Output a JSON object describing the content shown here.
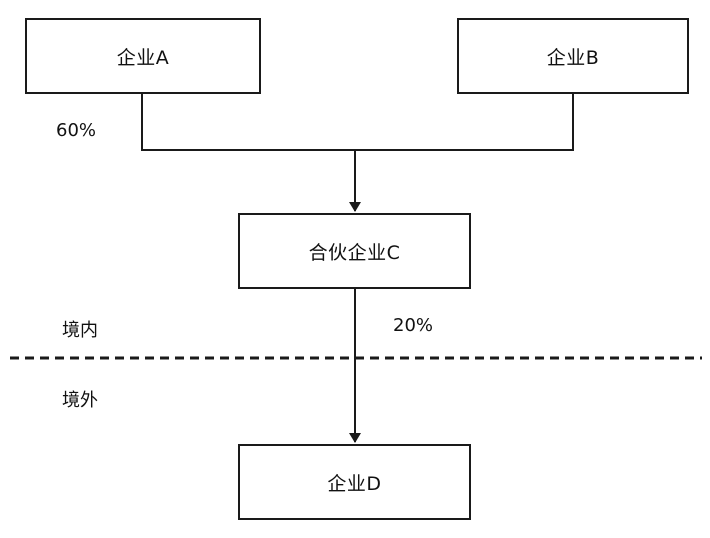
{
  "entities": {
    "a": "企业A",
    "b": "企业B",
    "c": "合伙企业C",
    "d": "企业D"
  },
  "ownership": {
    "a_to_c": "60%",
    "c_to_d": "20%"
  },
  "zones": {
    "domestic": "境内",
    "overseas": "境外"
  }
}
